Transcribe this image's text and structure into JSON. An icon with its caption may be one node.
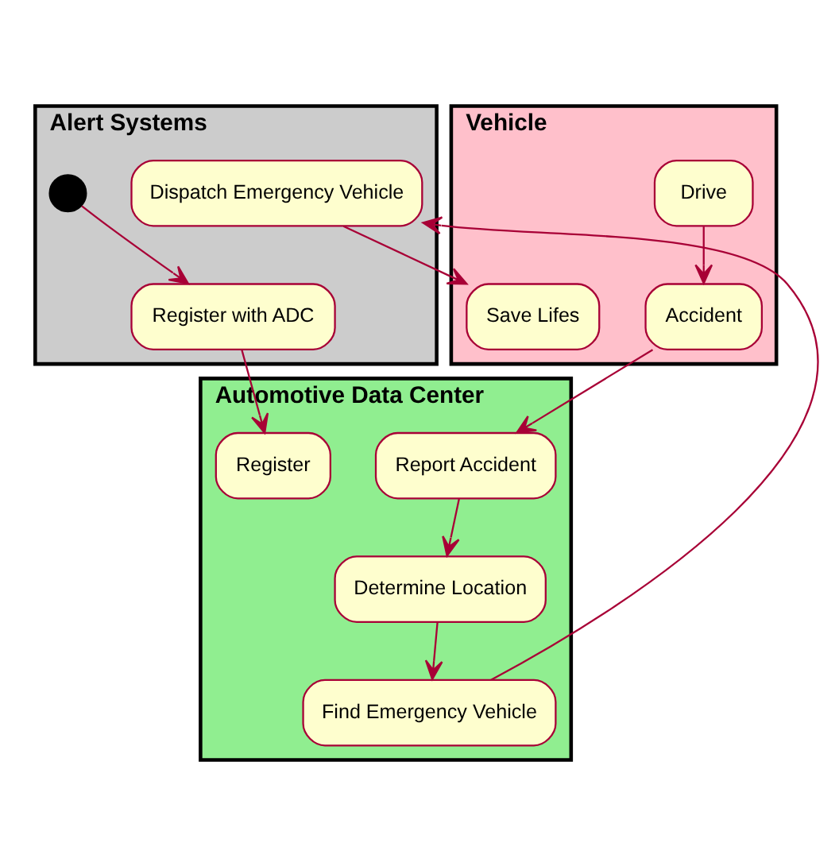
{
  "diagram": {
    "nodes": [
      {
        "text": [
          "Alert Systems"
        ]
      },
      {
        "text": [],
        "shape": "circle",
        "in": 0
      },
      {
        "text": [
          "Dispatch Emergency Vehicle"
        ],
        "in": 0
      },
      {
        "text": [
          "Register with ADC"
        ],
        "in": 0
      },
      {
        "text": [
          "Vehicle"
        ]
      },
      {
        "text": [
          "Save Lifes"
        ],
        "in": 4
      },
      {
        "text": [
          "Drive"
        ],
        "in": 4
      },
      {
        "text": [
          "Accident"
        ],
        "in": 4
      },
      {
        "text": [
          "Automotive Data Center"
        ]
      },
      {
        "text": [
          "Register"
        ],
        "in": 8
      },
      {
        "text": [
          "Report Accident"
        ],
        "in": 8
      },
      {
        "text": [
          "Determine Location"
        ],
        "in": 8
      },
      {
        "text": [
          "Find Emergency Vehicle"
        ],
        "in": 8
      }
    ],
    "edges": [
      {
        "from": 1,
        "to": 3,
        "arrow": "to"
      },
      {
        "from": 3,
        "to": 9,
        "arrow": "to"
      },
      {
        "from": 2,
        "to": 5,
        "arrow": "to"
      },
      {
        "from": 6,
        "to": 7,
        "arrow": "to"
      },
      {
        "from": 7,
        "to": 10,
        "arrow": "to"
      },
      {
        "from": 10,
        "to": 11,
        "arrow": "to"
      },
      {
        "from": 11,
        "to": 12,
        "arrow": "to"
      },
      {
        "from": 12,
        "to": 2,
        "arrow": "to"
      }
    ]
  }
}
